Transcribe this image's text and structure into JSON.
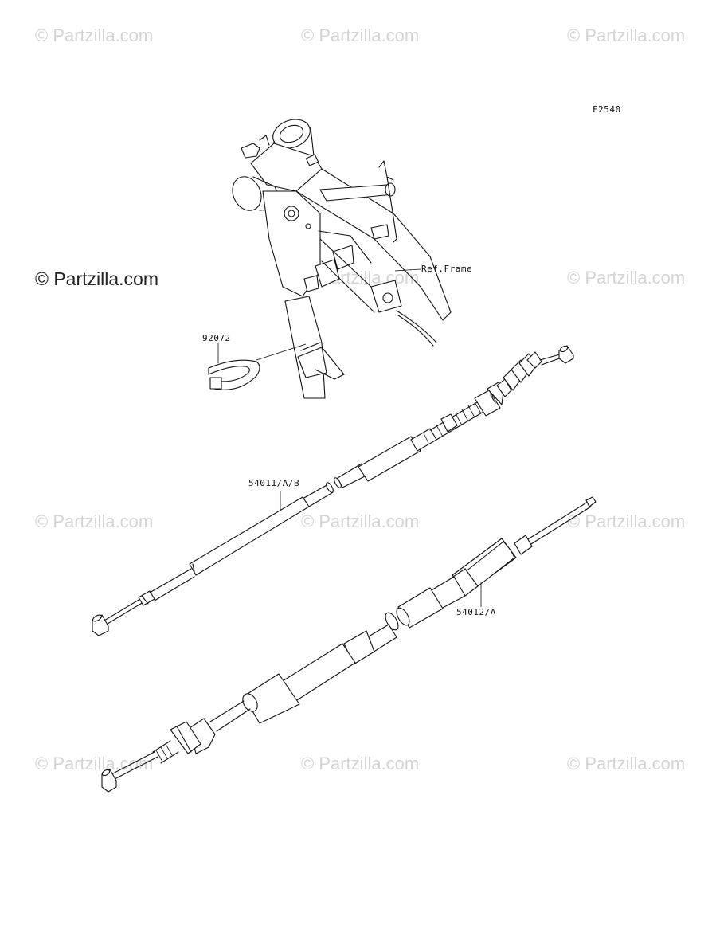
{
  "figure_code": "F2540",
  "watermark_text": "© Partzilla.com",
  "labels": {
    "ref_frame": "Ref.Frame",
    "band": "92072",
    "cable_a": "54011/A/B",
    "cable_b": "54012/A"
  }
}
